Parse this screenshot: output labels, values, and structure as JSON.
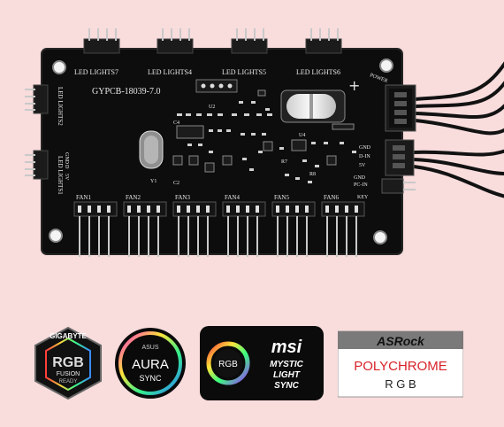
{
  "pcb": {
    "model": "GYPCB-18039-7.0",
    "top_headers": [
      "LED LIGHTS7",
      "LED LIGHTS4",
      "LED LIGHTS5",
      "LED LIGHTS6"
    ],
    "left_headers": [
      "LED LIGHTS2",
      "LED LIGHTS1"
    ],
    "left_pin_labels": [
      "GND",
      "D",
      "5V"
    ],
    "fan_labels": [
      "FAN1",
      "FAN2",
      "FAN3",
      "FAN4",
      "FAN5",
      "FAN6"
    ],
    "right_labels": {
      "power": "POWER",
      "pins_a": [
        "GND",
        "D-IN",
        "5V"
      ],
      "pins_b": [
        "GND",
        "PC-IN"
      ],
      "key": "KEY"
    },
    "plus": "+",
    "ref_labels": [
      "Y1",
      "R8",
      "R7",
      "C4",
      "C2",
      "U2",
      "U4"
    ]
  },
  "badges": {
    "gigabyte": {
      "brand": "GIGABYTE",
      "line1": "RGB",
      "line2": "FUSION",
      "line3": "READY"
    },
    "asus": {
      "brand": "ASUS",
      "line1": "AURA",
      "line2": "SYNC"
    },
    "msi": {
      "ring_label": "RGB",
      "brand": "msi",
      "line1": "MYSTIC",
      "line2": "LIGHT",
      "line3": "SYNC"
    },
    "asrock": {
      "brand": "ASRock",
      "line1": "POLYCHROME",
      "line2": "R  G  B"
    }
  },
  "colors": {
    "background": "#f9dcdc",
    "pcb": "#0d0d0d",
    "silkscreen": "#e9e9e9",
    "cable": "#111111"
  }
}
